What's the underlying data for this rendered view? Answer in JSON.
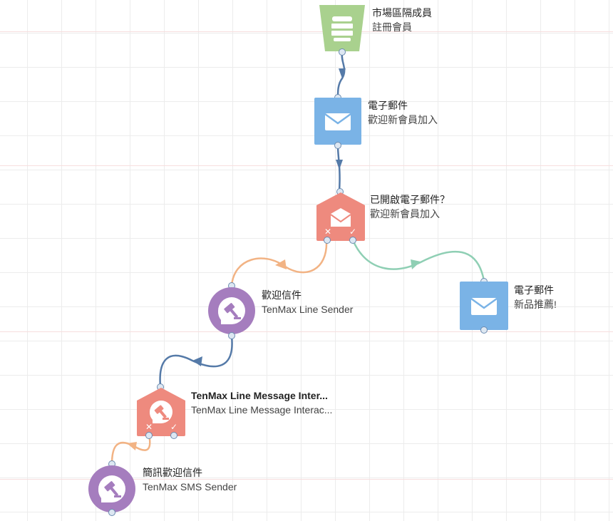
{
  "nodes": {
    "segment": {
      "title": "市場區隔成員",
      "subtitle": "註冊會員",
      "icon": "db-icon",
      "color": "#a9d18e"
    },
    "email1": {
      "title": "電子郵件",
      "subtitle": "歡迎新會員加入",
      "icon": "envelope-icon",
      "color": "#7ab3e6"
    },
    "open_check": {
      "title": "已開啟電子郵件？",
      "subtitle": "歡迎新會員加入",
      "icon": "open-envelope-icon",
      "color": "#ee8a7e",
      "no_mark": "✕",
      "yes_mark": "✓"
    },
    "line_sender": {
      "title": "歡迎信件",
      "subtitle": "TenMax Line Sender",
      "icon": "gavel-icon",
      "color": "#a57dbe"
    },
    "email2": {
      "title": "電子郵件",
      "subtitle": "新品推薦!",
      "icon": "envelope-icon",
      "color": "#7ab3e6"
    },
    "line_interact": {
      "title": "TenMax Line Message Inter...",
      "subtitle": "TenMax Line Message Interac...",
      "icon": "gavel-icon",
      "color": "#ee8a7e",
      "no_mark": "✕",
      "yes_mark": "✓"
    },
    "sms_sender": {
      "title": "簡訊歡迎信件",
      "subtitle": "TenMax SMS Sender",
      "icon": "gavel-icon",
      "color": "#a57dbe"
    }
  },
  "connection_colors": {
    "default": "#557aa8",
    "no_branch": "#f2b384",
    "yes_branch": "#8fcfb4"
  }
}
